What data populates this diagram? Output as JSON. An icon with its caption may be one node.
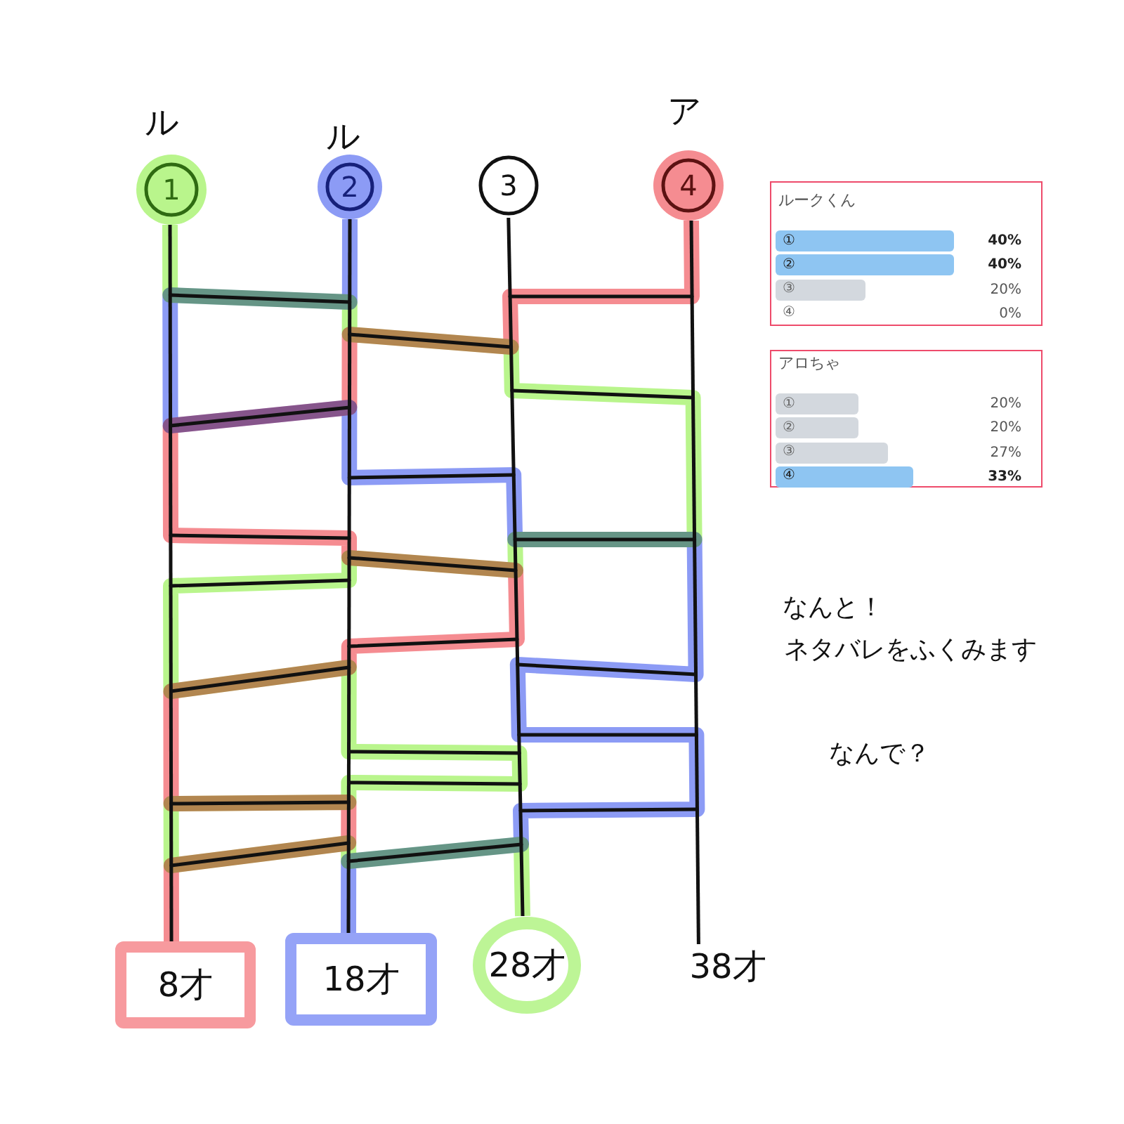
{
  "diagram": {
    "nodes": [
      {
        "text": [
          "1"
        ],
        "beside": [
          "ル"
        ]
      },
      {
        "text": [
          "2"
        ],
        "beside": [
          "ル"
        ]
      },
      {
        "text": [
          "3"
        ]
      },
      {
        "text": [
          "4"
        ],
        "beside": [
          "ア"
        ]
      },
      {
        "text": [
          "ルークくん",
          "①",
          "40%",
          "②",
          "40%",
          "③",
          "20%",
          "④",
          "0%"
        ]
      },
      {
        "text": [
          "アロちゃ",
          "①",
          "20%",
          "②",
          "20%",
          "③",
          "27%",
          "④",
          "33%"
        ]
      },
      {
        "text": [
          "8才"
        ]
      },
      {
        "text": [
          "18才"
        ]
      },
      {
        "text": [
          "28才"
        ]
      },
      {
        "text": [
          "38才"
        ]
      }
    ],
    "edges": [
      {
        "from": 0,
        "to": 6,
        "arrow": "none"
      },
      {
        "from": 1,
        "to": 7,
        "arrow": "none"
      },
      {
        "from": 2,
        "to": 8,
        "arrow": "none"
      },
      {
        "from": 3,
        "to": 9,
        "arrow": "none"
      },
      {
        "from": 0,
        "to": 8,
        "arrow": "none",
        "style": "thick",
        "color": "#b9f58c"
      },
      {
        "from": 1,
        "to": 7,
        "arrow": "none",
        "style": "thick",
        "color": "#8c9bf5"
      },
      {
        "from": 3,
        "to": 6,
        "arrow": "none",
        "style": "thick",
        "color": "#f58c91"
      }
    ],
    "labels": [
      "なんと！",
      "ネタバレをふくみます",
      "なんで？"
    ]
  }
}
